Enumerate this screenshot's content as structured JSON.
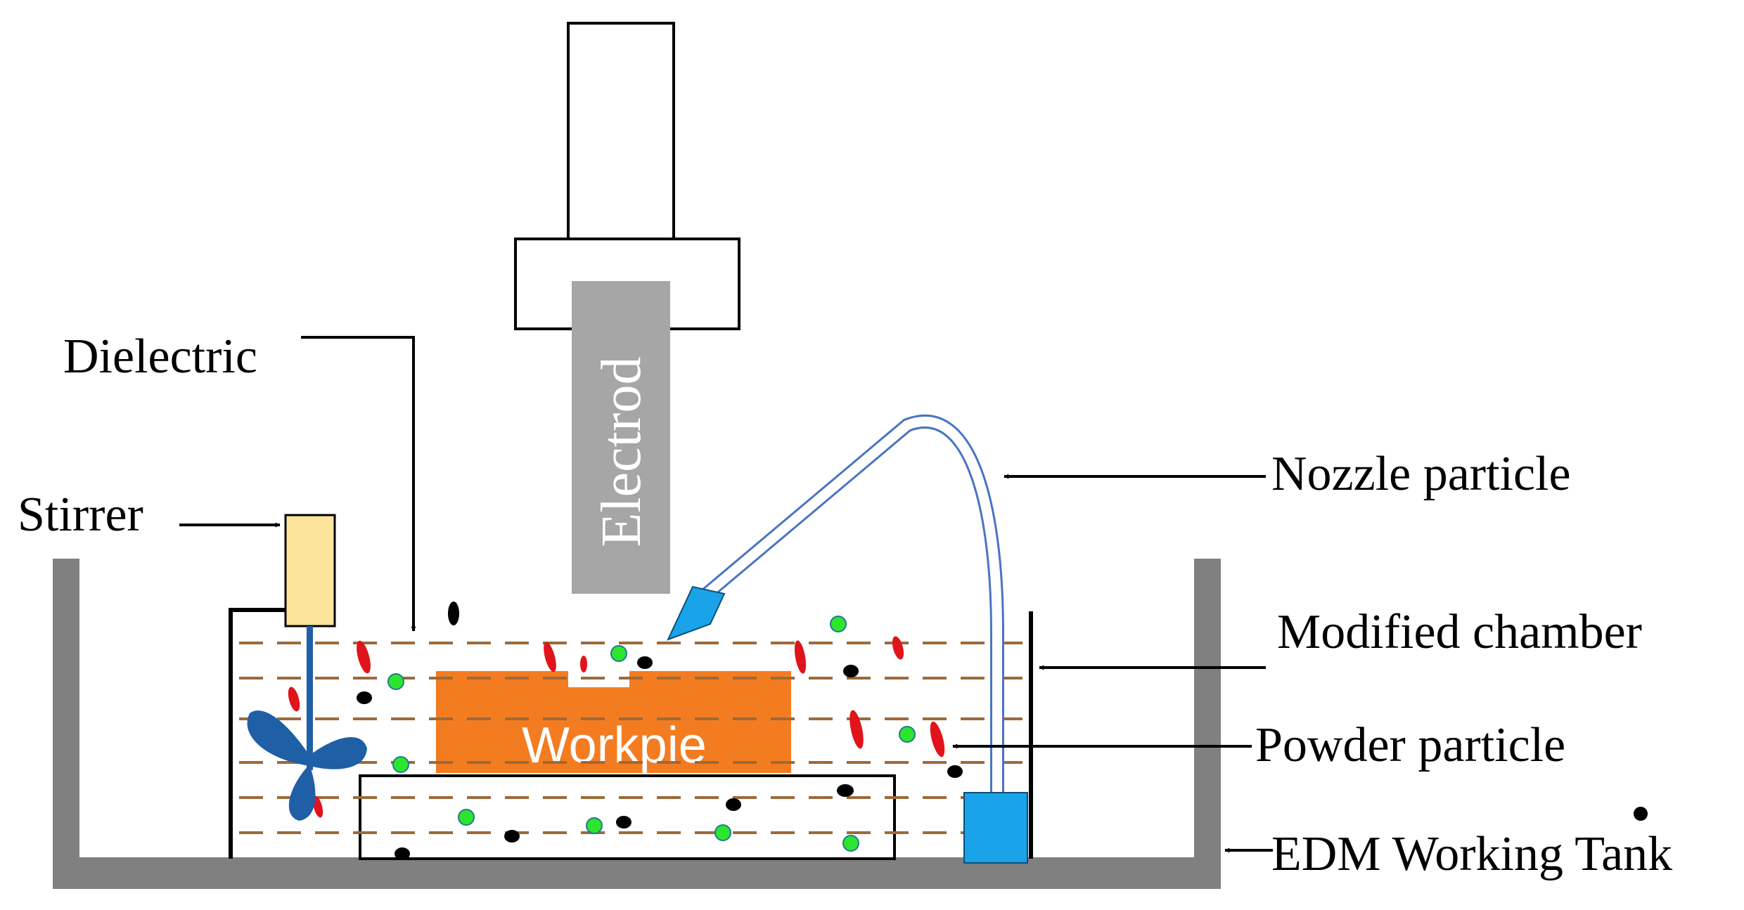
{
  "labels": {
    "dielectric": "Dielectric",
    "stirrer": "Stirrer",
    "nozzle_particle": "Nozzle particle",
    "modified_chamber": "Modified chamber",
    "powder_particle": "Powder particle",
    "edm_working_tank": "EDM Working Tank",
    "electrode": "Electrod",
    "workpiece": "Workpie"
  },
  "colors": {
    "tank": "#808080",
    "electrode": "#a6a6a6",
    "workpiece": "#f47c20",
    "stirrer_motor": "#fde49b",
    "stirrer_blade": "#1f5fa6",
    "nozzle": "#1aa3e8",
    "pump": "#1aa3e8",
    "tube": "#4a74c4",
    "dielectric_line": "#9c6a3a",
    "powder_red": "#e0141a",
    "powder_green": "#2ee52e",
    "powder_black": "#000000"
  }
}
